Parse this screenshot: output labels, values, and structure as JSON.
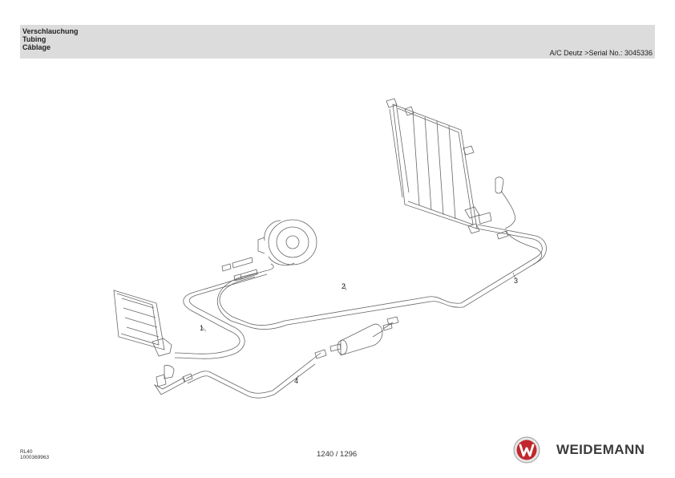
{
  "header": {
    "title_de": "Verschlauchung",
    "title_en": "Tubing",
    "title_fr": "Câblage",
    "model_serial": "A/C Deutz >Serial No.: 3045336"
  },
  "callouts": [
    "1",
    "2",
    "3",
    "4"
  ],
  "footer": {
    "model": "RL40",
    "doc_number": "1000369963",
    "page": "1240 / 1296"
  },
  "brand": {
    "name": "WEIDEMANN",
    "logo_icon": "weidemann-w-logo-icon",
    "logo_color": "#c0282d"
  }
}
